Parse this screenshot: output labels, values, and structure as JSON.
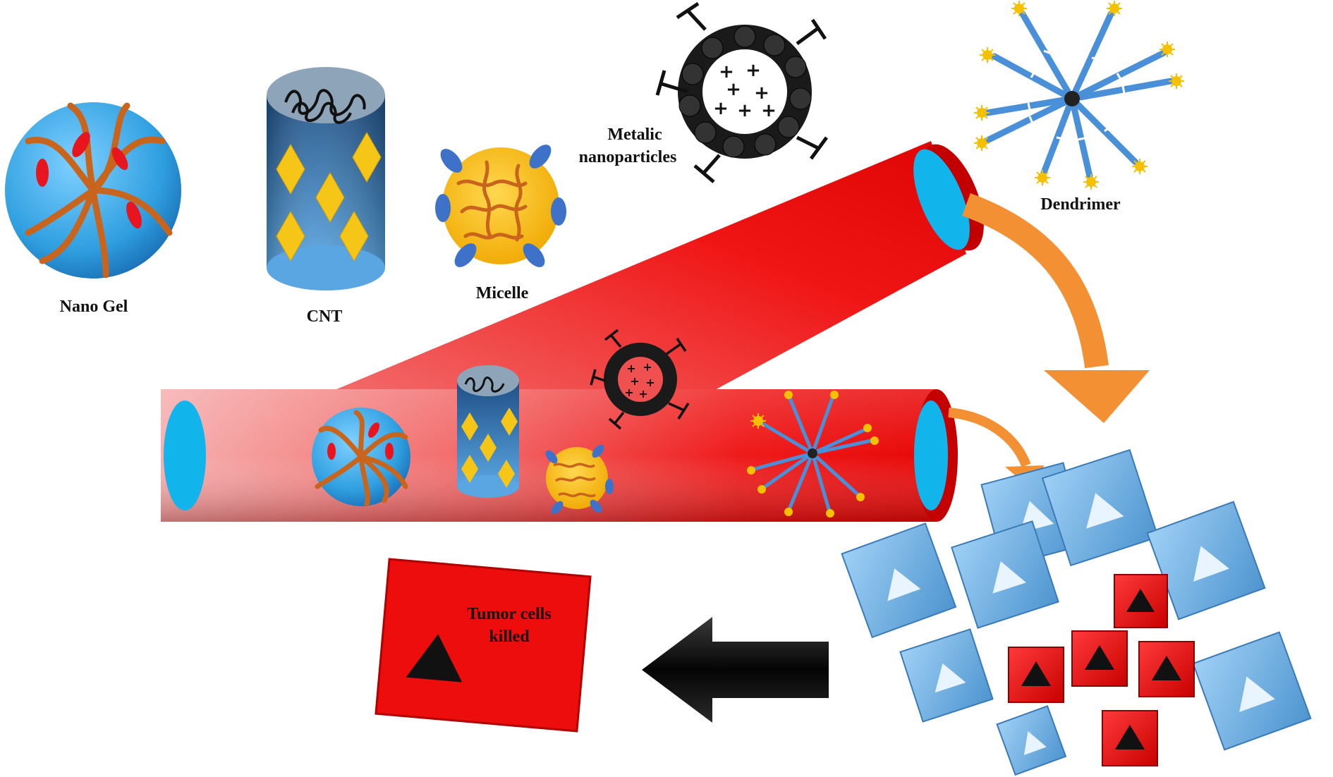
{
  "labels": {
    "nano_gel": "Nano Gel",
    "cnt": "CNT",
    "micelle": "Micelle",
    "metallic_line1": "Metalic",
    "metallic_line2": "nanoparticles",
    "dendrimer": "Dendrimer",
    "tumor_line1": "Tumor cells",
    "tumor_line2": "killed"
  },
  "colors": {
    "vessel_red": "#f20a0a",
    "vessel_pink": "#f4a0a0",
    "lumen_blue": "#12b4ec",
    "gel_blue": "#2f9fe0",
    "polymer_brown": "#c8641c",
    "diamond_gold": "#f5c518",
    "micelle_yellow": "#f8c020",
    "cell_blue": "#6eb3e6",
    "tumor_red": "#ee0d0d",
    "arrow_orange": "#f39033",
    "arrow_black": "#111111"
  }
}
